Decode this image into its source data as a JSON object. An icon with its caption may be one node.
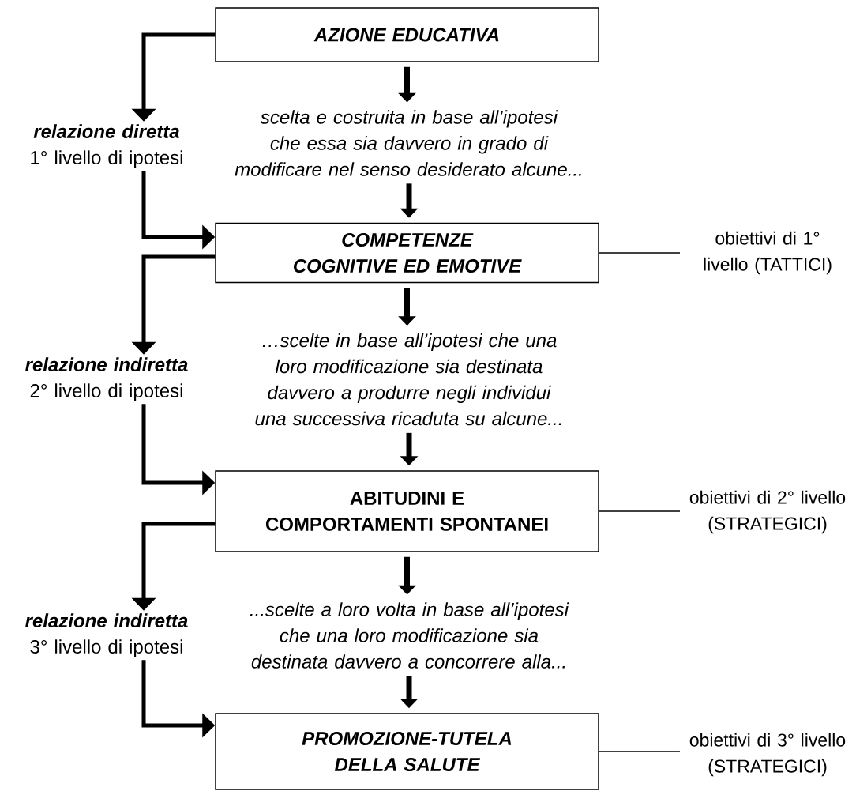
{
  "diagram": {
    "nodes": [
      {
        "text": [
          "AZIONE EDUCATIVA"
        ]
      },
      {
        "text": [
          "scelta e costruita in base all’ipotesi che essa sia davvero in grado di modificare nel senso desiderato alcune..."
        ]
      },
      {
        "text": [
          "COMPETENZE COGNITIVE ED EMOTIVE"
        ]
      },
      {
        "text": [
          "…scelte in base all’ipotesi che una loro modificazione sia destinata davvero a produrre negli individui una successiva ricaduta su alcune..."
        ]
      },
      {
        "text": [
          "ABITUDINI E COMPORTAMENTI SPONTANEI"
        ]
      },
      {
        "text": [
          "...scelte a loro volta in base all’ipotesi che una loro modificazione sia destinata davvero a concorrere alla..."
        ]
      },
      {
        "text": [
          "PROMOZIONE-TUTELA DELLA SALUTE"
        ]
      },
      {
        "text": [
          "relazione diretta",
          "1° livello di ipotesi"
        ]
      },
      {
        "text": [
          "relazione indiretta",
          "2° livello di ipotesi"
        ]
      },
      {
        "text": [
          "relazione indiretta",
          "3° livello di ipotesi"
        ]
      },
      {
        "text": [
          "obiettivi di 1° livello (TATTICI)"
        ]
      },
      {
        "text": [
          "obiettivi di 2° livello (STRATEGICI)"
        ]
      },
      {
        "text": [
          "obiettivi di 3° livello (STRATEGICI)"
        ]
      }
    ],
    "edges": [
      {
        "from": 0,
        "to": 1,
        "arrow": "to"
      },
      {
        "from": 1,
        "to": 2,
        "arrow": "to"
      },
      {
        "from": 2,
        "to": 3,
        "arrow": "to"
      },
      {
        "from": 3,
        "to": 4,
        "arrow": "to"
      },
      {
        "from": 4,
        "to": 5,
        "arrow": "to"
      },
      {
        "from": 5,
        "to": 6,
        "arrow": "to"
      },
      {
        "from": 0,
        "to": 7,
        "arrow": "to"
      },
      {
        "from": 7,
        "to": 2,
        "arrow": "to"
      },
      {
        "from": 2,
        "to": 8,
        "arrow": "to"
      },
      {
        "from": 8,
        "to": 4,
        "arrow": "to"
      },
      {
        "from": 4,
        "to": 9,
        "arrow": "to"
      },
      {
        "from": 9,
        "to": 6,
        "arrow": "to"
      },
      {
        "from": 2,
        "to": 10,
        "arrow": "none"
      },
      {
        "from": 4,
        "to": 11,
        "arrow": "none"
      },
      {
        "from": 6,
        "to": 12,
        "arrow": "none"
      }
    ]
  }
}
